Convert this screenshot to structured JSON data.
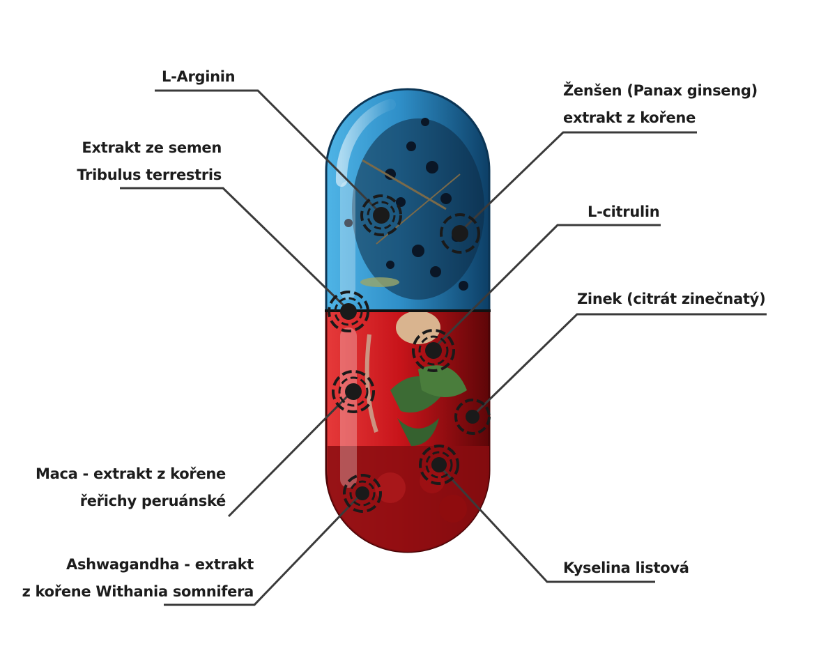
{
  "labels": {
    "l_arginin": [
      "L-Arginin"
    ],
    "tribulus": [
      "Extrakt ze semen",
      "Tribulus terrestris"
    ],
    "zensen": [
      "Ženšen (Panax ginseng)",
      "extrakt z kořene"
    ],
    "l_citrulin": [
      "L-citrulin"
    ],
    "zinek": [
      "Zinek (citrát zinečnatý)"
    ],
    "maca": [
      "Maca - extrakt z kořene",
      "řeřichy peruánské"
    ],
    "ashwagandha": [
      "Ashwagandha - extrakt",
      "z kořene Withania somnifera"
    ],
    "kyselina": [
      "Kyselina listová"
    ]
  },
  "colors": {
    "capsule_top": "#2f8fc8",
    "capsule_top_dark": "#0d3f66",
    "capsule_bottom": "#c8141a",
    "capsule_bottom_dark": "#5e0608",
    "leader_line": "#3a3a3a",
    "marker": "#1a1a1a"
  }
}
